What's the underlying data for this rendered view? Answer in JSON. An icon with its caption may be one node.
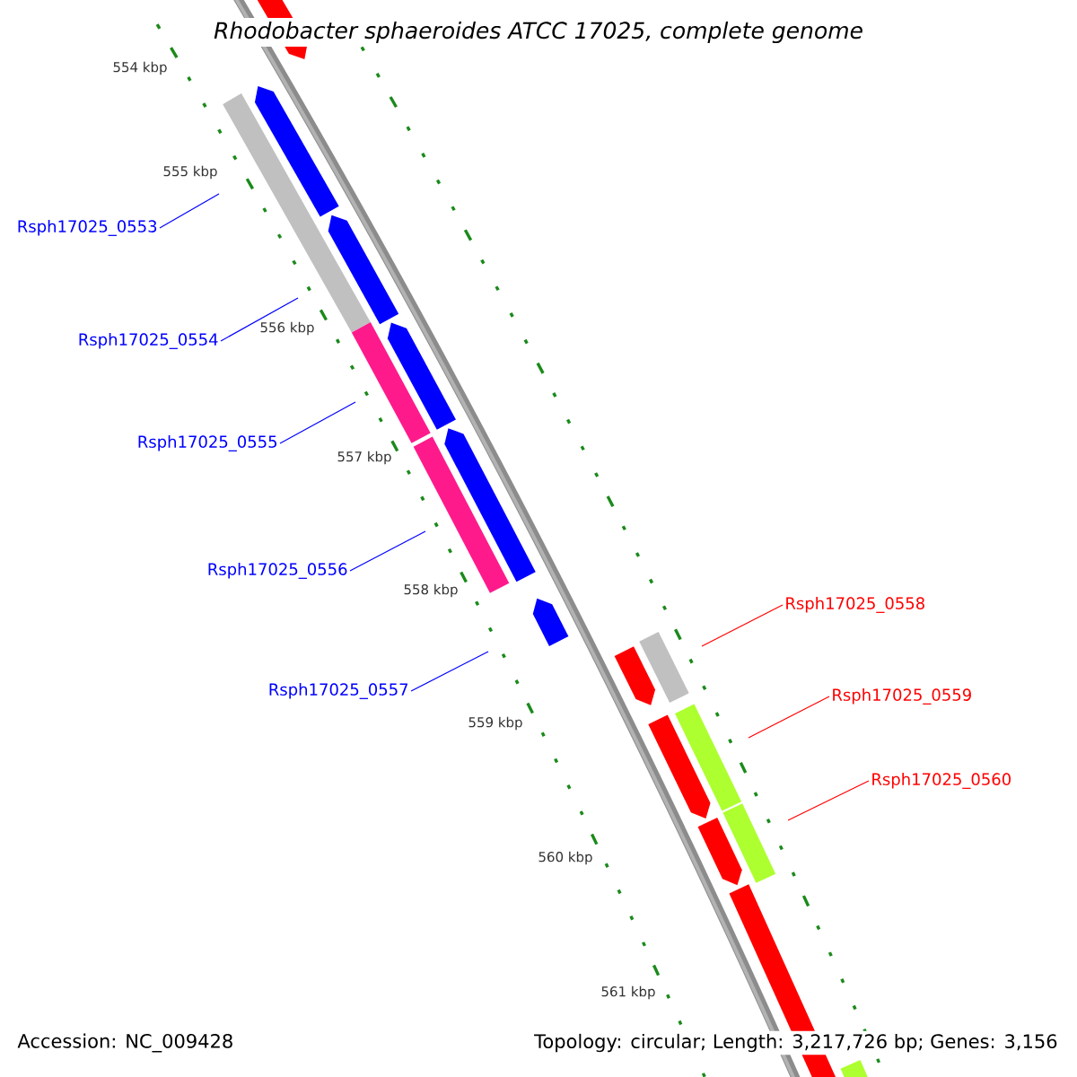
{
  "diagram": {
    "title": "Rhodobacter sphaeroides ATCC 17025, complete genome",
    "nodes": [
      {
        "text": [
          "Rsph17025_0553"
        ]
      },
      {
        "text": [
          "Rsph17025_0554"
        ]
      },
      {
        "text": [
          "Rsph17025_0555"
        ]
      },
      {
        "text": [
          "Rsph17025_0556"
        ]
      },
      {
        "text": [
          "Rsph17025_0557"
        ]
      },
      {
        "text": [
          "Rsph17025_0558"
        ]
      },
      {
        "text": [
          "Rsph17025_0559"
        ]
      },
      {
        "text": [
          "Rsph17025_0560"
        ]
      }
    ],
    "edges": [
      {
        "from": 0,
        "to": null,
        "arrow": "none"
      },
      {
        "from": 1,
        "to": null,
        "arrow": "none"
      },
      {
        "from": 2,
        "to": null,
        "arrow": "none"
      },
      {
        "from": 3,
        "to": null,
        "arrow": "none"
      },
      {
        "from": 4,
        "to": null,
        "arrow": "none"
      },
      {
        "from": 5,
        "to": null,
        "arrow": "none",
        "color": "#ff0000"
      },
      {
        "from": 6,
        "to": null,
        "arrow": "none",
        "color": "#ff0000"
      },
      {
        "from": 7,
        "to": null,
        "arrow": "none",
        "color": "#ff0000"
      }
    ],
    "labels": [
      "554 kbp",
      "555 kbp",
      "556 kbp",
      "557 kbp",
      "558 kbp",
      "559 kbp",
      "560 kbp",
      "561 kbp",
      "Accession: NC_009428",
      "Topology: circular; Length: 3,217,726 bp; Genes: 3,156"
    ]
  }
}
